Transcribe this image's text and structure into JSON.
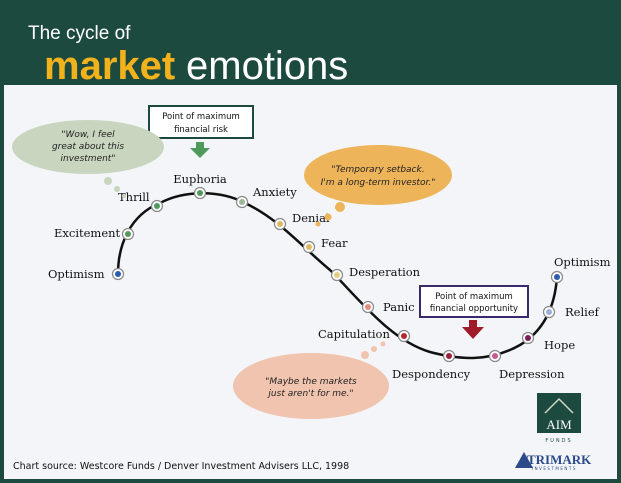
{
  "title": {
    "line1": "The cycle of",
    "highlight": "market",
    "rest": "emotions"
  },
  "callouts": {
    "risk": [
      "Point of maximum",
      "financial risk"
    ],
    "opportunity": [
      "Point of maximum",
      "financial opportunity"
    ]
  },
  "bubbles": {
    "thrill": [
      "\"Wow, I feel",
      "great about this",
      "investment\""
    ],
    "denial": [
      "\"Temporary setback.",
      "I'm a long-term investor.\""
    ],
    "capitulation": [
      "\"Maybe the markets",
      "just aren't for me.\""
    ]
  },
  "stages": [
    "Optimism",
    "Excitement",
    "Thrill",
    "Euphoria",
    "Anxiety",
    "Denial",
    "Fear",
    "Desperation",
    "Panic",
    "Capitulation",
    "Despondency",
    "Depression",
    "Hope",
    "Relief",
    "Optimism"
  ],
  "stage_colors": [
    "#2a5db0",
    "#4f9a5a",
    "#4f9a5a",
    "#4f9a5a",
    "#9ab79a",
    "#e0b865",
    "#e0b865",
    "#e6cf80",
    "#e08e82",
    "#b8242e",
    "#9e1f3a",
    "#c55a8e",
    "#7a1f55",
    "#9bb0d8",
    "#2a5db0"
  ],
  "source": "Chart source: Westcore Funds / Denver Investment Advisers LLC, 1998",
  "logos": {
    "aim": "AIM",
    "aim_sub": "FUNDS",
    "trimark": "TRIMARK",
    "trimark_sub": "INVESTMENTS"
  },
  "colors": {
    "header": "#1d4a3f",
    "accent": "#f2b21c"
  }
}
